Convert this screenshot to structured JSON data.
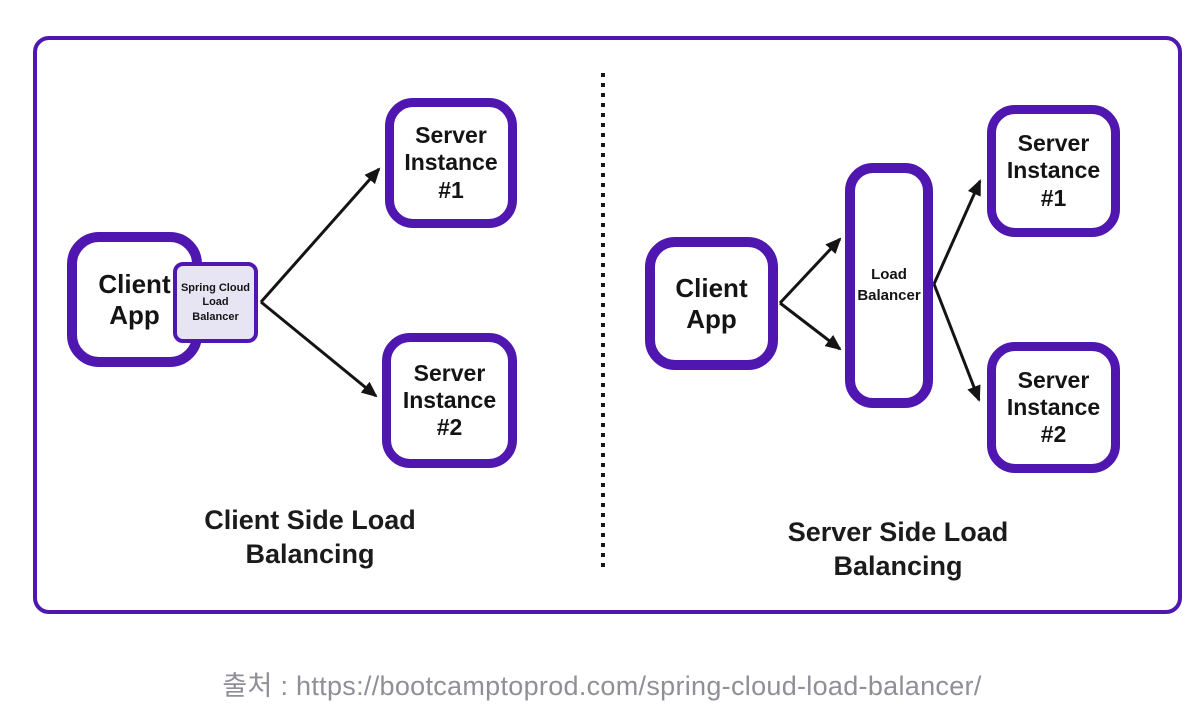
{
  "colors": {
    "purple": "#4f17af",
    "balancer_fill": "#e7e5f3",
    "arrow": "#141414",
    "caption_gray": "#8f8f97"
  },
  "left_panel": {
    "title": "Client Side Load\nBalancing",
    "client_app_label": "Client\nApp",
    "embedded_balancer_label": "Spring Cloud\nLoad\nBalancer",
    "server_instance_1_label": "Server\nInstance\n#1",
    "server_instance_2_label": "Server\nInstance\n#2"
  },
  "right_panel": {
    "title": "Server Side Load\nBalancing",
    "client_app_label": "Client\nApp",
    "load_balancer_label": "Load\nBalancer",
    "server_instance_1_label": "Server\nInstance\n#1",
    "server_instance_2_label": "Server\nInstance\n#2"
  },
  "caption": "출처 : https://bootcamptoprod.com/spring-cloud-load-balancer/"
}
